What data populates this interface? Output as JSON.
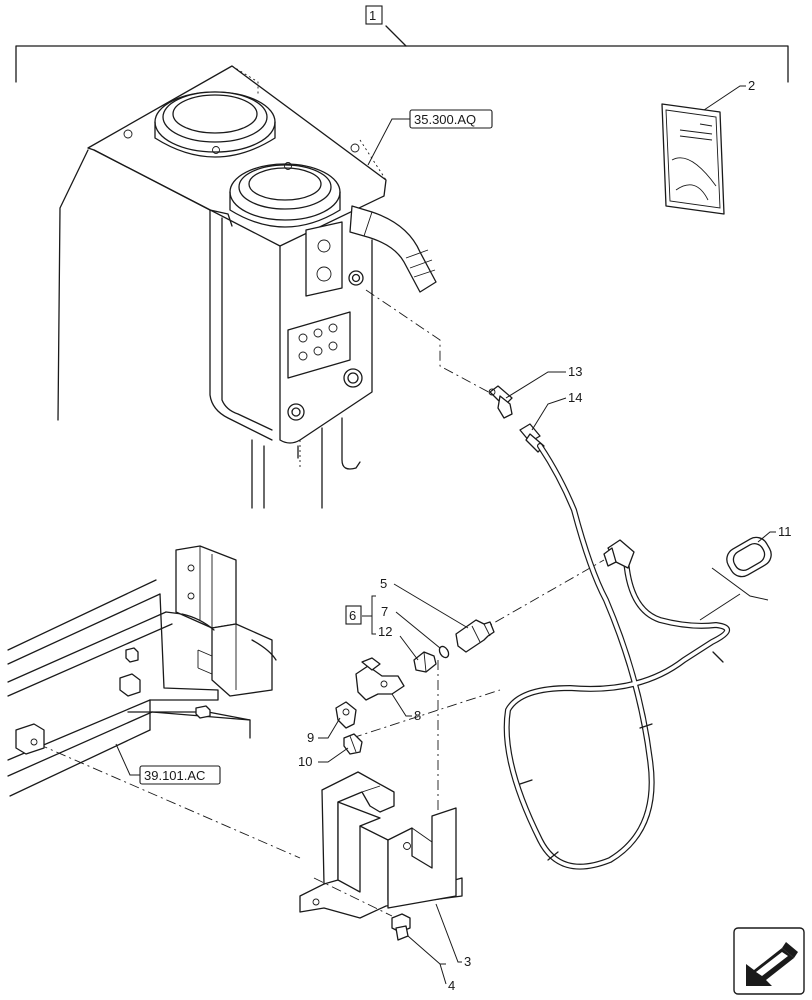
{
  "callouts": {
    "c1": "1",
    "c2": "2",
    "c3": "3",
    "c4": "4",
    "c5": "5",
    "c6": "6",
    "c7": "7",
    "c8": "8",
    "c9": "9",
    "c10": "10",
    "c11": "11",
    "c12": "12",
    "c13": "13",
    "c14": "14"
  },
  "references": {
    "tank": "35.300.AQ",
    "frame": "39.101.AC"
  },
  "icons": {
    "navigation": "back-arrow-icon"
  }
}
